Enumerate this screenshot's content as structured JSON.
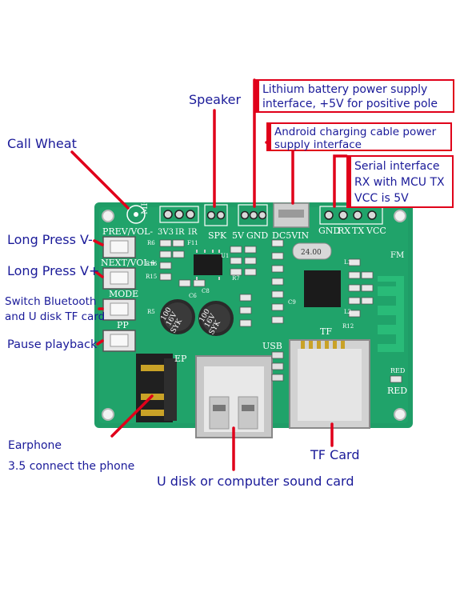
{
  "colors": {
    "board": "#1f9d67",
    "board_dark": "#14804f",
    "silk": "#ffffff",
    "arrow": "#e0001a",
    "text": "#1a1a99"
  },
  "callouts": {
    "speaker": "Speaker",
    "lithium": [
      "Lithium battery power supply",
      "interface, +5V for positive pole"
    ],
    "android": [
      "Android charging cable power",
      "supply interface"
    ],
    "serial": [
      "Serial interface",
      "RX with MCU TX",
      "VCC is 5V"
    ],
    "call_wheat": "Call Wheat",
    "prev": "Long Press V-",
    "next": "Long Press V+",
    "mode": [
      "Switch Bluetooth",
      "and U disk TF card"
    ],
    "pp": "Pause playback",
    "earphone": [
      "Earphone",
      "3.5 connect the phone"
    ],
    "usb": "U disk or computer sound card",
    "tf": "TF Card"
  },
  "silkscreen": {
    "mic": "MIC",
    "ir1": "IR",
    "ir2": "IR",
    "v33": "3V3",
    "spk": "SPK",
    "v5": "5V",
    "gnd": "GND",
    "dc5v": "DC5VIN",
    "gnd2": "GND",
    "rx": "RX",
    "tx": "TX",
    "vcc": "VCC",
    "prev": "PREV/VOL-",
    "next": "NEXT/VOL+",
    "mode": "MODE",
    "pp": "PP",
    "ep": "EP",
    "usb": "USB",
    "tf": "TF",
    "fm": "FM",
    "red": "RED",
    "red2": "RED",
    "cap1": [
      "100",
      "16V",
      "SYK"
    ],
    "cap2": [
      "100",
      "16V",
      "SYK"
    ],
    "xtal": "24.00",
    "r6": "R6",
    "r16": "R16",
    "r15": "R15",
    "r5": "R5",
    "f11": "F11",
    "r7": "R7",
    "u1": "U1",
    "c6": "C6",
    "c8": "C8",
    "l1": "L1",
    "l2": "L2",
    "c9": "C9",
    "r12": "R12"
  }
}
